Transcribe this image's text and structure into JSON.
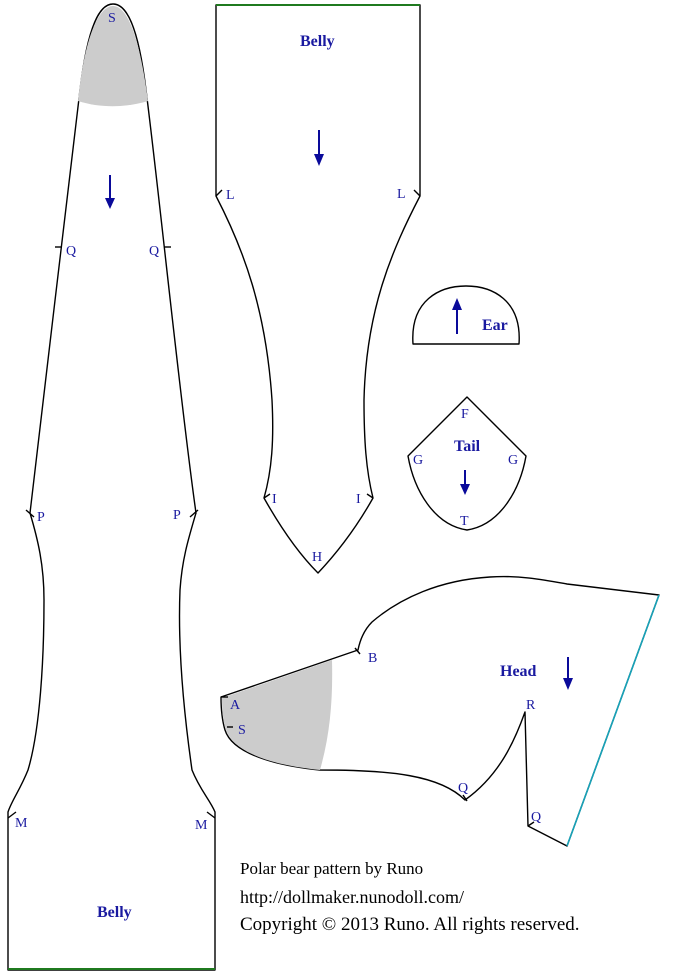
{
  "pieces": {
    "body": {
      "title": "Belly",
      "marks": {
        "s": "S",
        "q": "Q",
        "p": "P",
        "m": "M"
      }
    },
    "belly": {
      "title": "Belly",
      "marks": {
        "l": "L",
        "i": "I",
        "h": "H"
      }
    },
    "ear": {
      "title": "Ear"
    },
    "tail": {
      "title": "Tail",
      "marks": {
        "f": "F",
        "g": "G",
        "t": "T"
      }
    },
    "head": {
      "title": "Head",
      "marks": {
        "a": "A",
        "s": "S",
        "b": "B",
        "r": "R",
        "q": "Q"
      }
    }
  },
  "credits": {
    "line1": "Polar bear pattern by Runo",
    "line2": "http://dollmaker.nunodoll.com/",
    "line3": "Copyright © 2013 Runo. All rights reserved."
  },
  "colors": {
    "outline": "#000000",
    "label": "#1a1aa0",
    "arrow": "#0a0a9a",
    "shaded_area": "#cccccc",
    "fold_edge": "#1f7a1f",
    "head_edge": "#17a2b8"
  }
}
